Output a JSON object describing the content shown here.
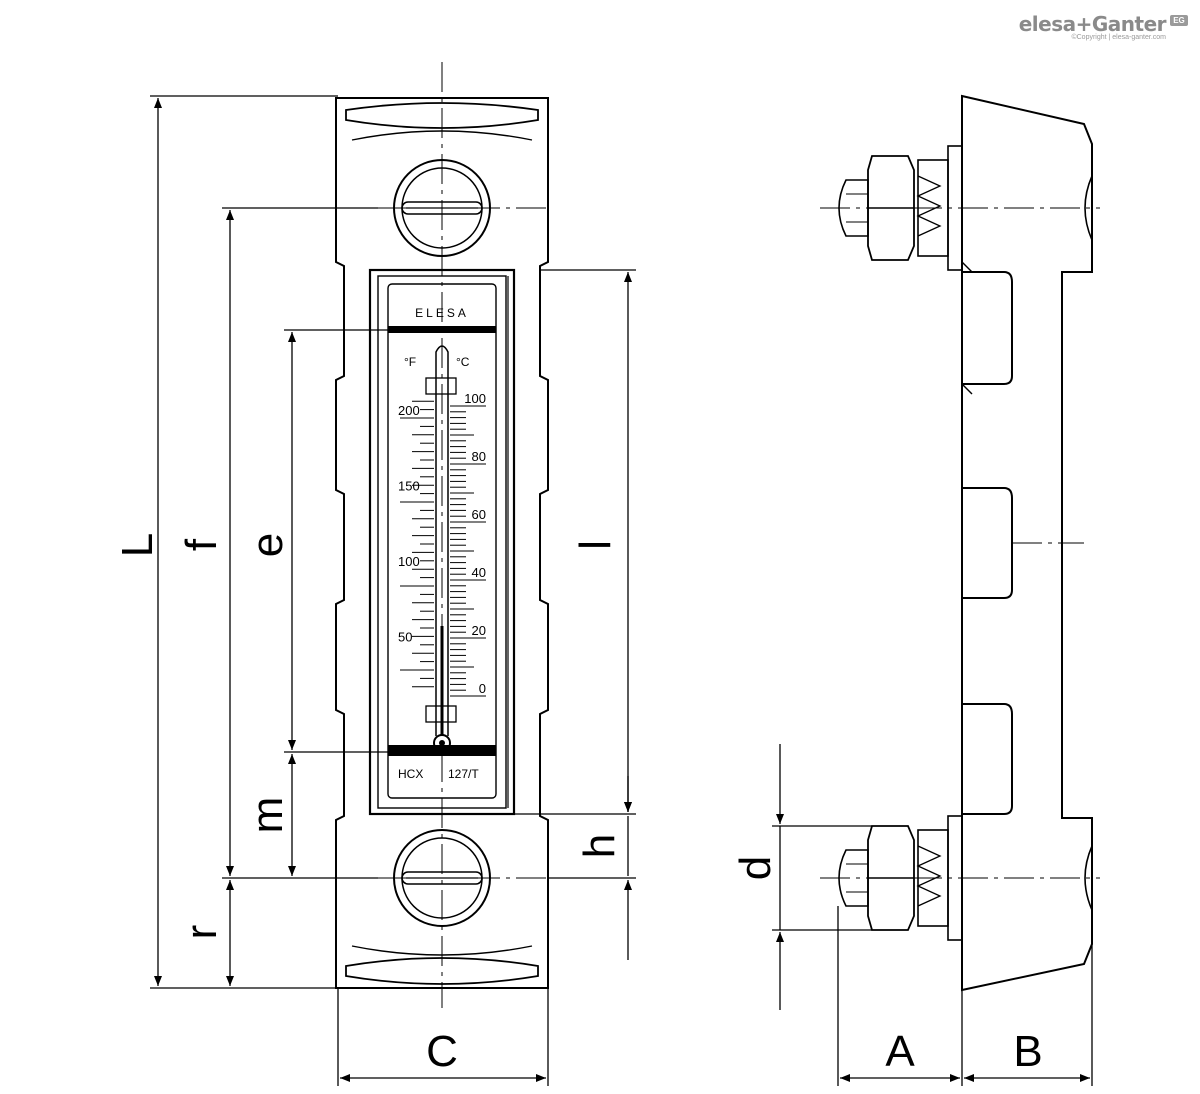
{
  "logo": {
    "brand_left": "elesa",
    "brand_sep": "+",
    "brand_right": "Ganter",
    "badge": "EG",
    "copyright": "©Copyright | elesa-ganter.com"
  },
  "gauge": {
    "brand": "ELESA",
    "unit_f": "°F",
    "unit_c": "°C",
    "model": "HCX",
    "code": "127/T",
    "fahrenheit_labels": [
      "200",
      "150",
      "100",
      "50"
    ],
    "celsius_labels": [
      "100",
      "80",
      "60",
      "40",
      "20",
      "0"
    ]
  },
  "dimensions": {
    "L": "L",
    "f": "f",
    "e": "e",
    "l": "l",
    "m": "m",
    "h": "h",
    "r": "r",
    "C": "C",
    "d": "d",
    "A": "A",
    "B": "B"
  }
}
